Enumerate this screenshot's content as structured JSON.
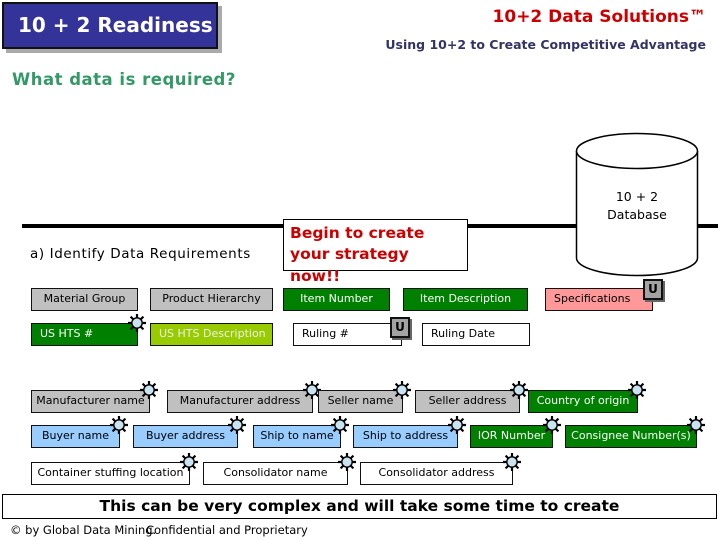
{
  "slide": {
    "title_box": "10 + 2 Readiness",
    "brand_title": "10+2 Data Solutions™",
    "brand_tagline": "Using 10+2 to Create Competitive Advantage",
    "question_heading": "What data is required?",
    "phase_label": "a) Identify Data Requirements",
    "callout": {
      "line1": "Begin to create",
      "line2": "your strategy now!!"
    },
    "database_label": {
      "line1": "10 + 2",
      "line2": "Database"
    },
    "banner": "This can be very complex and will take some time to create",
    "footer": {
      "copyright": "© by Global Data Mining.",
      "confidential": "Confidential and Proprietary"
    }
  },
  "badge_u": "U",
  "icons": {
    "star": "sparkle-star-icon",
    "u_badge": "u-badge"
  },
  "fields": {
    "material_group": "Material Group",
    "product_hierarchy": "Product Hierarchy",
    "item_number": "Item Number",
    "item_description": "Item Description",
    "specifications": "Specifications",
    "us_hts_number": "US HTS #",
    "us_hts_description": "US HTS Description",
    "ruling_number": "Ruling #",
    "ruling_date": "Ruling Date",
    "manufacturer_name": "Manufacturer name",
    "manufacturer_address": "Manufacturer address",
    "seller_name": "Seller name",
    "seller_address": "Seller address",
    "country_of_origin": "Country of origin",
    "buyer_name": "Buyer name",
    "buyer_address": "Buyer address",
    "ship_to_name": "Ship to name",
    "ship_to_address": "Ship to address",
    "ior_number": "IOR Number",
    "consignee_numbers": "Consignee Number(s)",
    "container_stuffing_location": "Container stuffing location",
    "consolidator_name": "Consolidator name",
    "consolidator_address": "Consolidator address"
  },
  "colors": {
    "title_bg": "#333399",
    "brand_red": "#CC0000",
    "tagline_navy": "#333366",
    "heading_green": "#339966",
    "box_gray": "#C0C0C0",
    "box_dark_green": "#008000",
    "box_yellow_green": "#99CC00",
    "box_light_blue": "#99CCFF",
    "box_pink": "#FF9999",
    "badge_gray": "#A3A3A3",
    "line_black": "#000000"
  }
}
